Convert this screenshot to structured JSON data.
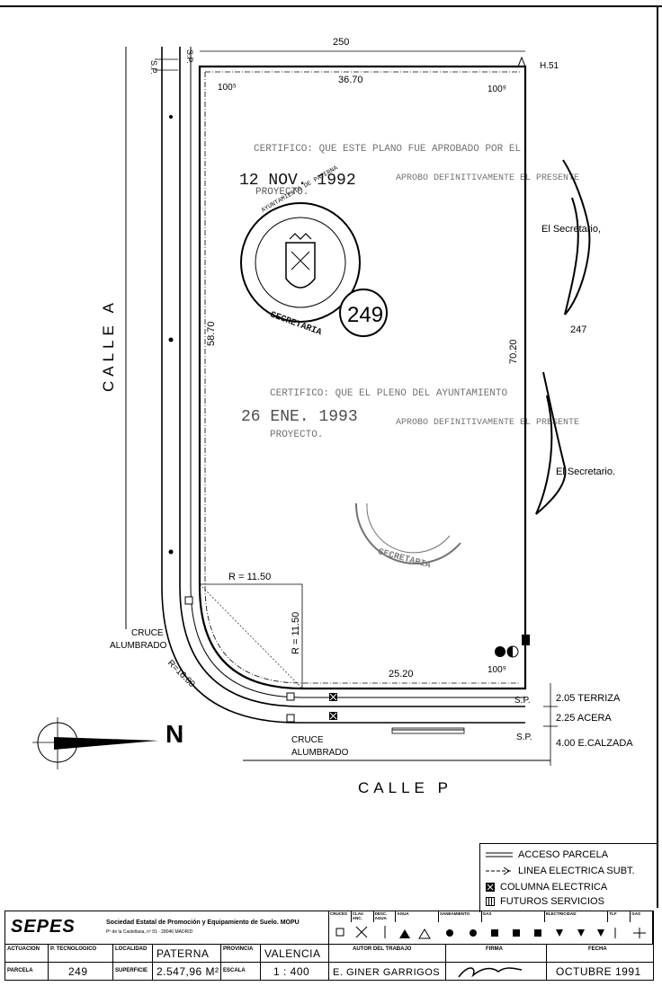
{
  "plot": {
    "top_dimension_outer": "250",
    "top_dimension_inner": "36.70",
    "angle_top_left": "100⁵",
    "angle_top_right": "100⁹",
    "angle_bottom_right": "100⁹",
    "benchmark": "H.51",
    "left_dimension": "58.70",
    "right_dimension": "70.20",
    "bottom_dimension": "25.20",
    "radius_h": "R = 11.50",
    "radius_v": "R = 11.50",
    "radius_outer": "R=16.00",
    "parcel_number": "249",
    "neighbour_parcel": "247",
    "sp_top_1": "S.P.",
    "sp_top_2": "S.P.",
    "sp_bottom_1": "S.P.",
    "sp_bottom_2": "S.P."
  },
  "streets": {
    "calle_a": "CALLE A",
    "calle_p": "CALLE P",
    "cruce_1_line1": "CRUCE",
    "cruce_1_line2": "ALUMBRADO",
    "cruce_2_line1": "CRUCE",
    "cruce_2_line2": "ALUMBRADO",
    "terraza": "2.05  TERRIZA",
    "acera": "2.25  ACERA",
    "calzada": "4.00  E.CALZADA"
  },
  "north": "N",
  "stamps": {
    "cert1_line1": "CERTIFICO: QUE ESTE PLANO FUE APROBADO POR EL",
    "cert1_date": "12 NOV. 1992",
    "cert1_line2": "APROBO DEFINITIVAMENTE EL PRESENTE",
    "cert1_line3": "PROYECTO.",
    "secretario1": "El Secretario,",
    "seal_text_top": "AYUNTAMIENTO DE PATERNA",
    "seal_text_bottom": "SECRETARIA",
    "cert2_line1": "CERTIFICO: QUE EL PLENO DEL AYUNTAMIENTO",
    "cert2_date": "26 ENE. 1993",
    "cert2_line2": "APROBO DEFINITIVAMENTE EL PRESENTE",
    "cert2_line3": "PROYECTO.",
    "secretario2": "El Secretario.",
    "seal2_text": "SECRETARIA"
  },
  "legend": {
    "items": [
      {
        "symbol": "arrow-line-icon",
        "label": "ACCESO PARCELA"
      },
      {
        "symbol": "dashed-line-icon",
        "label": "LINEA ELECTRICA SUBT."
      },
      {
        "symbol": "box-x-icon",
        "label": "COLUMNA ELECTRICA"
      },
      {
        "symbol": "box-lines-icon",
        "label": "FUTUROS SERVICIOS"
      }
    ]
  },
  "title_block": {
    "logo": "SEPES",
    "org_line1": "Sociedad Estatal de Promoción y Equipamiento de Suelo. MOPU",
    "org_line2": "Pº de la Castellana, nº 91 · 28046 MADRID",
    "actuacion_label": "ACTUACION",
    "polo_label": "P. TECNOLOGICO",
    "localidad_label": "LOCALIDAD",
    "localidad_value": "PATERNA",
    "provincia_label": "PROVINCIA",
    "provincia_value": "VALENCIA",
    "parcela_label": "PARCELA",
    "parcela_value": "249",
    "superficie_label": "SUPERFICIE",
    "superficie_value": "2.547,96 M²",
    "escala_label": "ESCALA",
    "escala_value": "1 : 400",
    "autor_label": "AUTOR DEL TRABAJO",
    "autor_value": "E. GINER GARRIGOS",
    "firma_label": "FIRMA",
    "fecha_label": "FECHA",
    "fecha_value": "OCTUBRE 1991",
    "services": [
      "CRUCES",
      "CLAV. ANC.",
      "DESC. AGUA",
      "AGUA",
      "SANEAMIENTO",
      "GAS",
      "ELECTRICIDAD",
      "TLF",
      "GAS"
    ]
  }
}
